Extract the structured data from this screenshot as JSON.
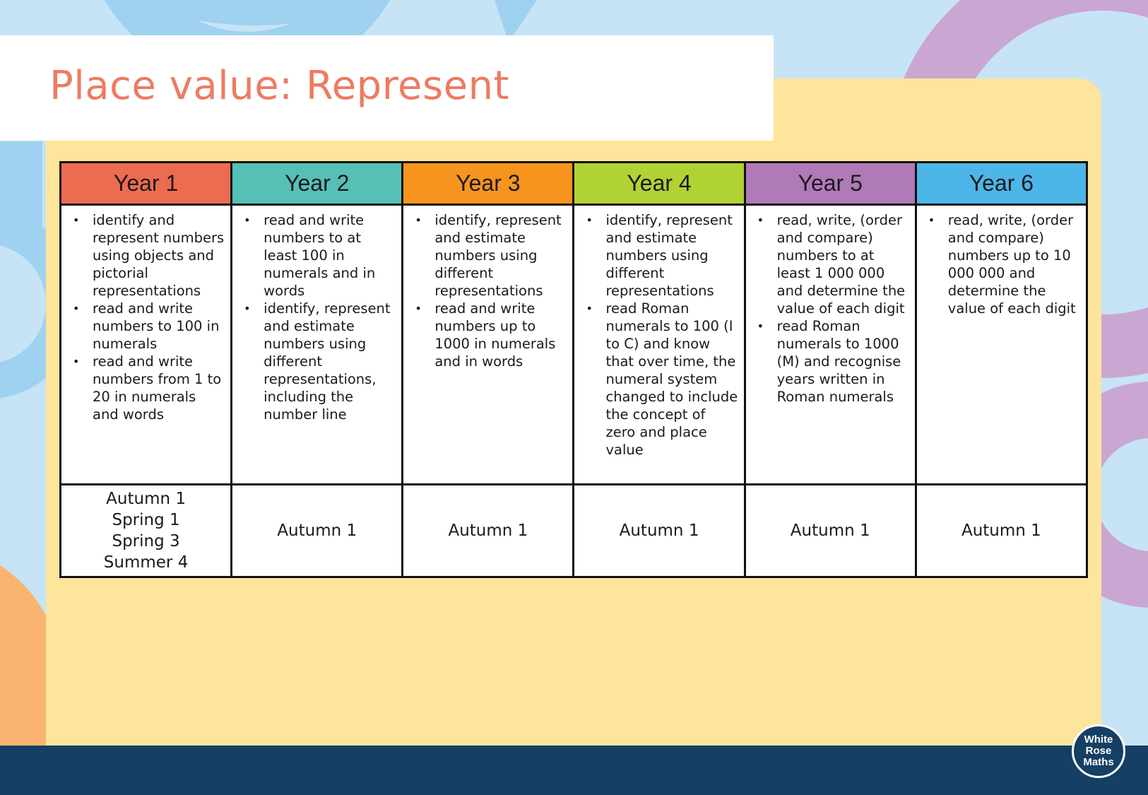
{
  "page": {
    "title": "Place value: Represent"
  },
  "colors": {
    "title": "#ec7c62",
    "panel": "#fde59b",
    "footer": "#153f64"
  },
  "table": {
    "columns": [
      {
        "header": "Year 1",
        "color": "#ec6c4f",
        "objectives": [
          "identify and represent numbers using objects and pictorial representations",
          "read and write numbers to 100 in numerals",
          "read and write numbers from 1 to 20 in numerals and words"
        ],
        "terms": [
          "Autumn 1",
          "Spring 1",
          "Spring 3",
          "Summer 4"
        ]
      },
      {
        "header": "Year 2",
        "color": "#55c0b6",
        "objectives": [
          "read and write numbers to at least 100 in numerals and in words",
          "identify, represent and estimate numbers using different representations, including the number line"
        ],
        "terms": [
          "Autumn 1"
        ]
      },
      {
        "header": "Year 3",
        "color": "#f7941d",
        "objectives": [
          "identify, represent and estimate numbers using different representations",
          "read and write numbers up to 1000 in numerals and in words"
        ],
        "terms": [
          "Autumn 1"
        ]
      },
      {
        "header": "Year 4",
        "color": "#b1d234",
        "objectives": [
          "identify, represent and estimate numbers using different representations",
          "read Roman numerals to 100 (I to C) and know that over time, the numeral system changed to include the concept of zero and place value"
        ],
        "terms": [
          "Autumn 1"
        ]
      },
      {
        "header": "Year 5",
        "color": "#b079b8",
        "objectives": [
          "read, write, (order and compare) numbers to at least 1 000 000 and determine the value of each digit",
          "read Roman numerals to 1000 (M) and recognise years written in Roman numerals"
        ],
        "terms": [
          "Autumn 1"
        ]
      },
      {
        "header": "Year 6",
        "color": "#4cb6e8",
        "objectives": [
          "read, write, (order and compare) numbers up to 10 000 000 and determine the value of each digit"
        ],
        "terms": [
          "Autumn 1"
        ]
      }
    ]
  },
  "logo": {
    "lines": [
      "White",
      "Rose",
      "Maths"
    ]
  }
}
